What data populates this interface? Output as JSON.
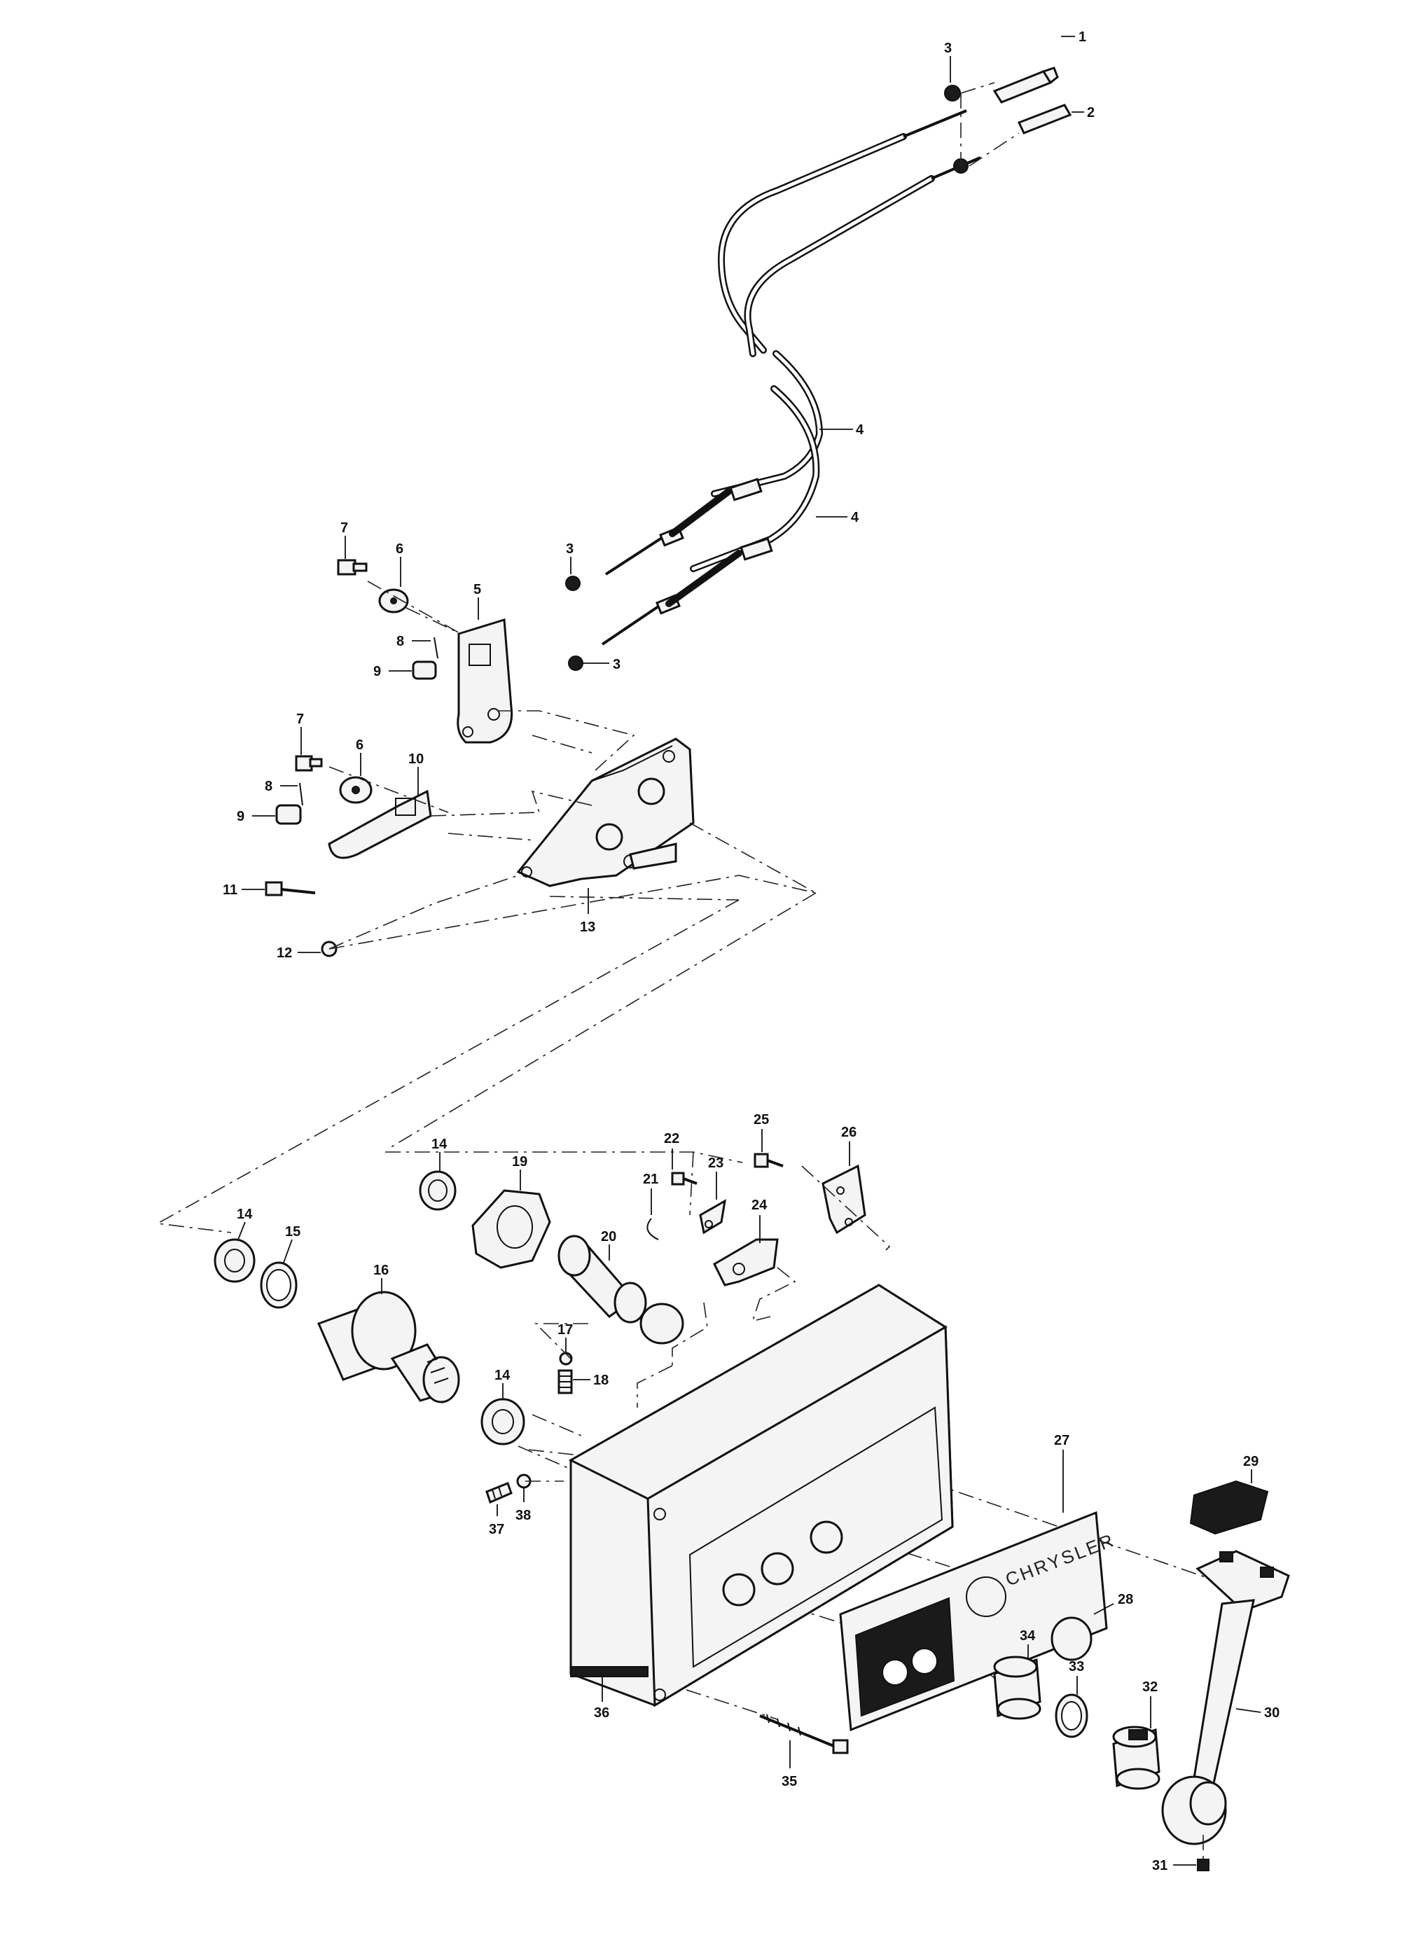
{
  "diagram": {
    "brand_text": "CHRYSLER",
    "callouts": [
      "1",
      "2",
      "3",
      "3",
      "3",
      "4",
      "4",
      "5",
      "6",
      "6",
      "7",
      "7",
      "8",
      "8",
      "9",
      "9",
      "10",
      "11",
      "12",
      "13",
      "14",
      "14",
      "14",
      "15",
      "16",
      "17",
      "18",
      "19",
      "20",
      "21",
      "22",
      "23",
      "24",
      "25",
      "26",
      "27",
      "28",
      "29",
      "30",
      "31",
      "32",
      "33",
      "34",
      "35",
      "36",
      "37",
      "38"
    ]
  }
}
